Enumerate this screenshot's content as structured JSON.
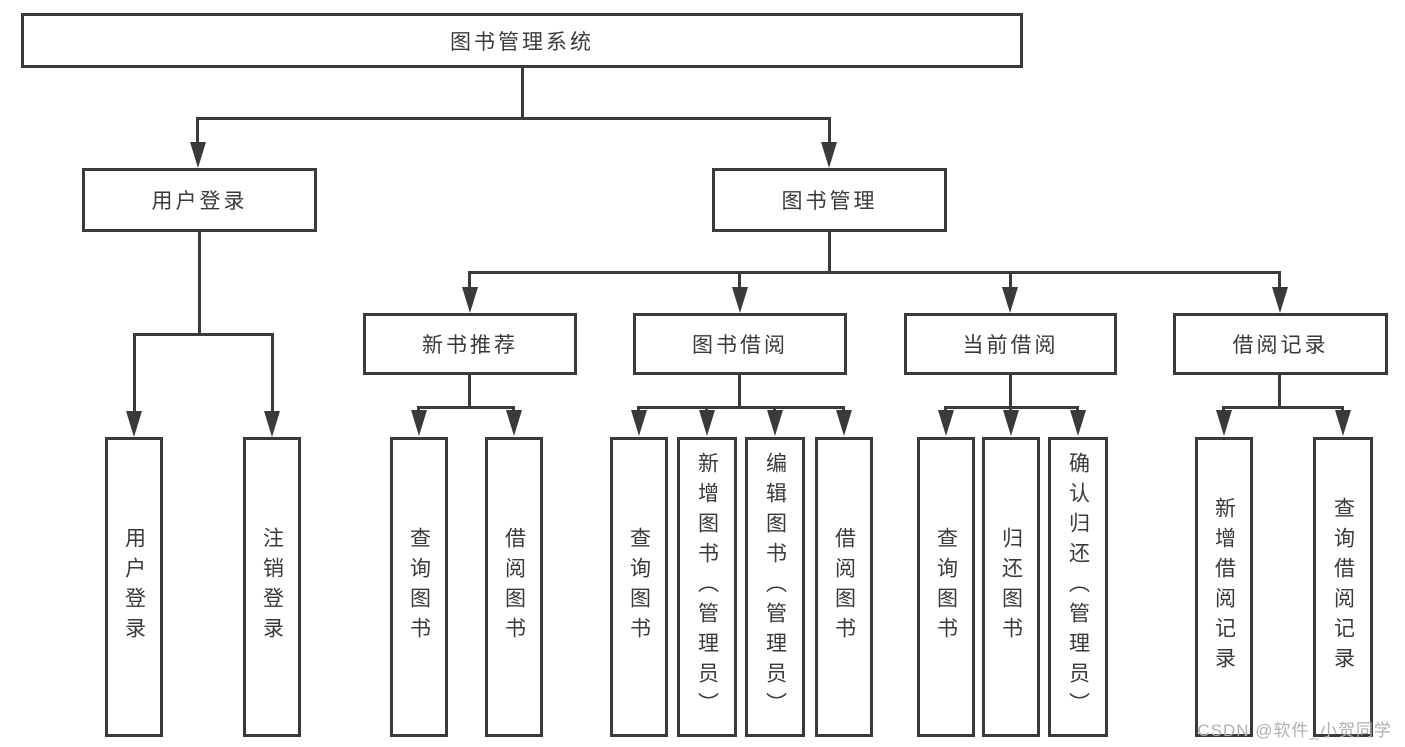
{
  "title": "图书管理系统",
  "nodes": {
    "user_login": "用户登录",
    "book_management": "图书管理",
    "new_book_recommend": "新书推荐",
    "book_borrow": "图书借阅",
    "current_borrow": "当前借阅",
    "borrow_records": "借阅记录"
  },
  "leaves": {
    "user_login": [
      "用户登录",
      "注销登录"
    ],
    "new_book_recommend": [
      "查询图书",
      "借阅图书"
    ],
    "book_borrow": [
      "查询图书",
      "新增图书（管理员）",
      "编辑图书（管理员）",
      "借阅图书"
    ],
    "current_borrow": [
      "查询图书",
      "归还图书",
      "确认归还（管理员）"
    ],
    "borrow_records": [
      "新增借阅记录",
      "查询借阅记录"
    ]
  },
  "watermark": "CSDN @软件_小贺同学",
  "colors": {
    "line": "#3a3a3a",
    "text": "#3a3a3a",
    "watermark": "#b0b0b0",
    "background": "#ffffff"
  }
}
